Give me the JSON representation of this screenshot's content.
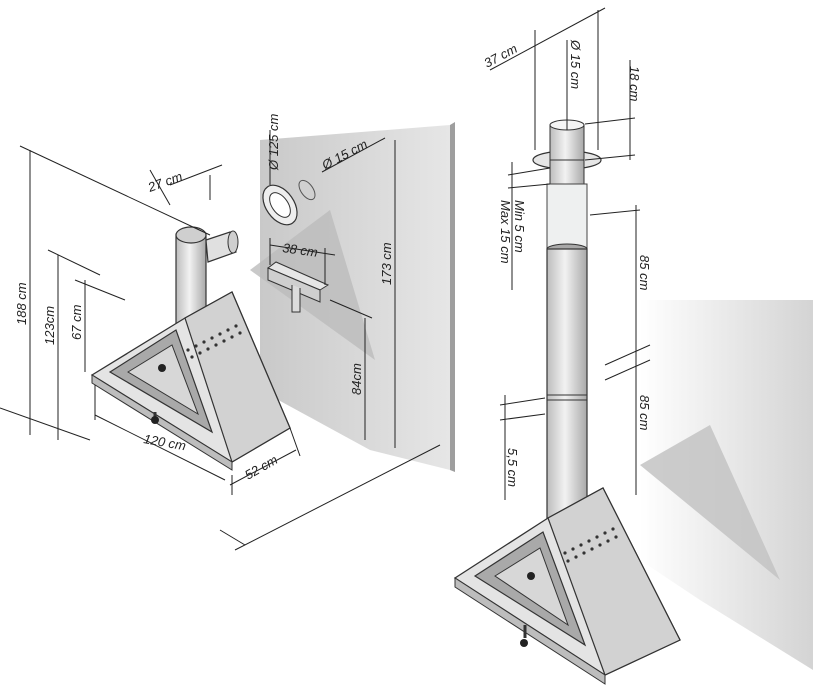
{
  "labels": {
    "d_188": "188 cm",
    "d_123": "123cm",
    "d_67": "67 cm",
    "d_27": "27 cm",
    "d_125": "Ø 125 cm",
    "d_15": "Ø 15 cm",
    "d_38": "38 cm",
    "d_173": "173 cm",
    "d_84": "84cm",
    "d_120": "120 cm",
    "d_52": "52 cm",
    "d_37": "37 cm",
    "d_r15": "Ø 15 cm",
    "d_18": "18 cm",
    "d_min": "Min 5 cm",
    "d_max": "Max 15 cm",
    "d_85a": "85 cm",
    "d_85b": "85 cm",
    "d_55": "5,5 cm"
  },
  "colors": {
    "wall": "#d9d9d9",
    "shadow": "#bcbcbc",
    "metal": "#d8d8d8",
    "glass_inner": "#9c9c9c"
  }
}
